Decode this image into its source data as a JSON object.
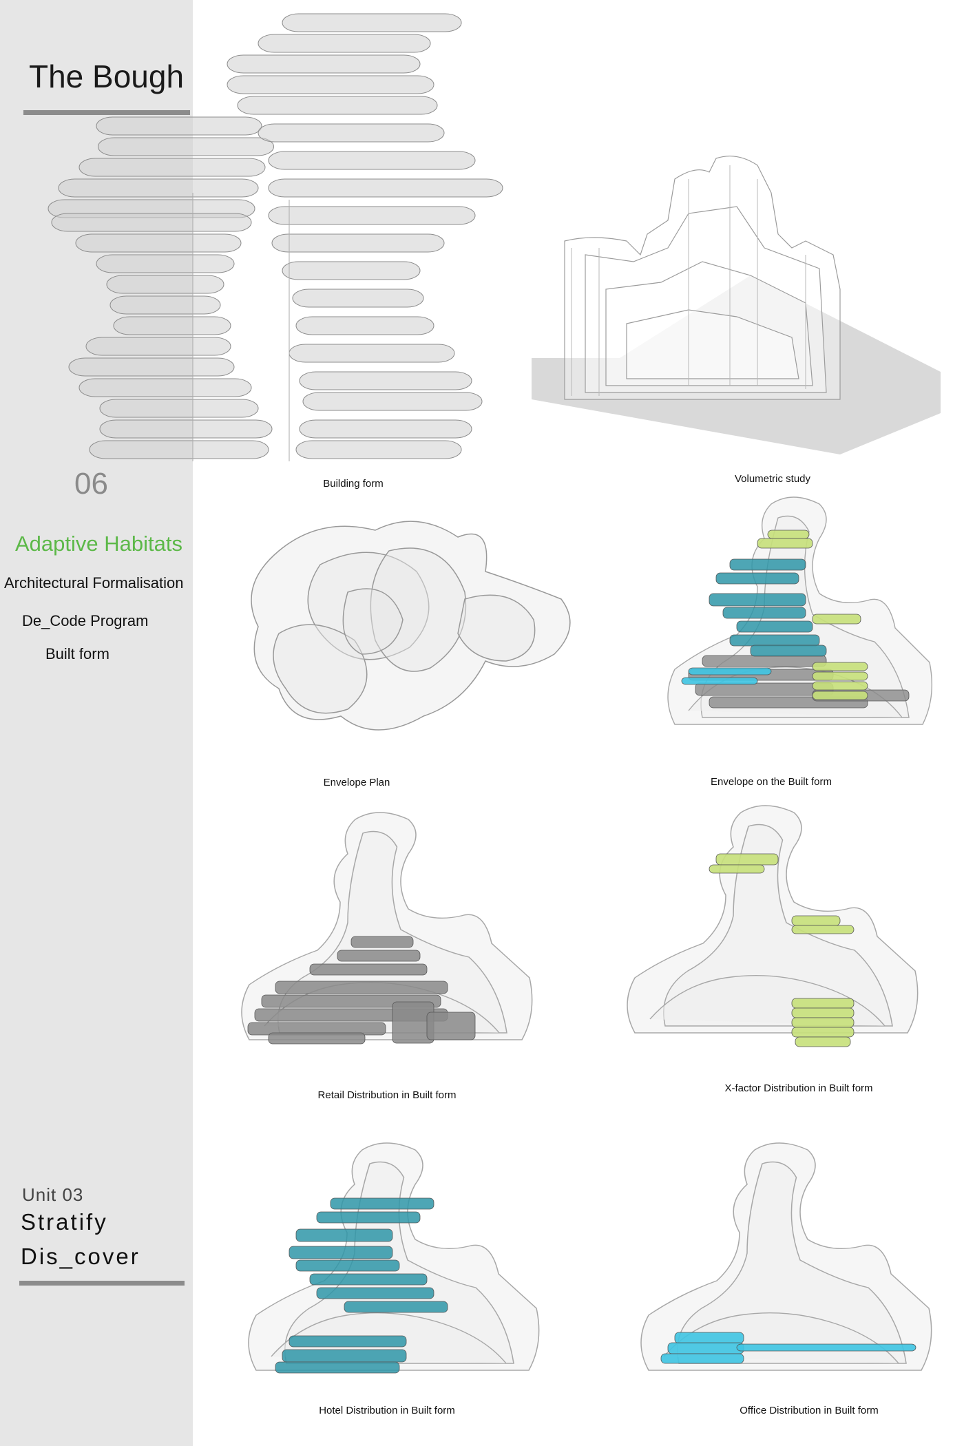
{
  "sidebar": {
    "title": "The Bough",
    "number": "06",
    "heading": "Adaptive Habitats",
    "lines": [
      "Architectural Formalisation",
      "De_Code Program",
      "Built form"
    ],
    "unit": "Unit  03",
    "unit_lines": [
      "Stratify",
      "Dis_cover"
    ]
  },
  "figures": [
    {
      "caption": "Building form"
    },
    {
      "caption": "Volumetric study"
    },
    {
      "caption": "Envelope Plan"
    },
    {
      "caption": "Envelope on the Built form"
    },
    {
      "caption": "Retail Distribution in Built form"
    },
    {
      "caption": "X-factor Distribution in Built form"
    },
    {
      "caption": "Hotel Distribution in Built form"
    },
    {
      "caption": "Office Distribution in Built form"
    }
  ],
  "colors": {
    "sidebar_bg": "#e6e6e6",
    "accent_green": "#5cb848",
    "hotel_teal": "#2f97a8",
    "office_cyan": "#3ec4e2",
    "xfactor_lime": "#c6e07a",
    "retail_grey": "#8a8a8a"
  }
}
